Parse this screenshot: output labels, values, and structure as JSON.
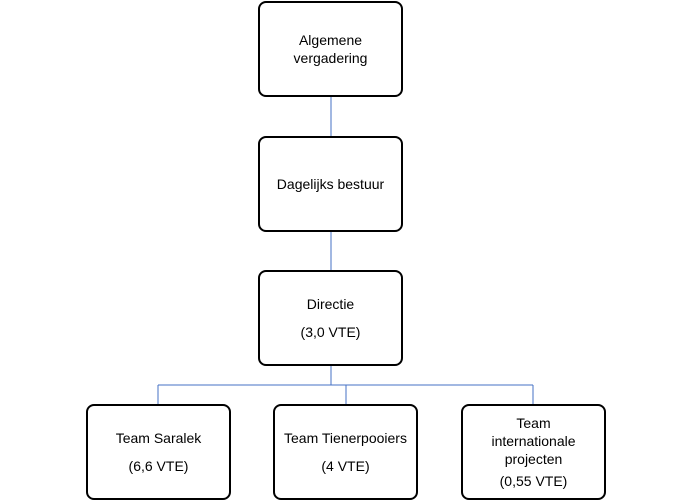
{
  "diagram": {
    "nodes": {
      "algemene_vergadering": {
        "line1": "Algemene",
        "line2": "vergadering"
      },
      "dagelijks_bestuur": {
        "line1": "Dagelijks bestuur"
      },
      "directie": {
        "name": "Directie",
        "fte": "(3,0 VTE)"
      },
      "team_saralek": {
        "name": "Team Saralek",
        "fte": "(6,6 VTE)"
      },
      "team_tienerpooiers": {
        "name": "Team Tienerpooiers",
        "fte": "(4 VTE)"
      },
      "team_internationale_projecten": {
        "line1": "Team",
        "line2": "internationale",
        "line3": "projecten",
        "fte": "(0,55 VTE)"
      }
    },
    "edges": [
      {
        "from": "algemene_vergadering",
        "to": "dagelijks_bestuur"
      },
      {
        "from": "dagelijks_bestuur",
        "to": "directie"
      },
      {
        "from": "directie",
        "to": "team_saralek"
      },
      {
        "from": "directie",
        "to": "team_tienerpooiers"
      },
      {
        "from": "directie",
        "to": "team_internationale_projecten"
      }
    ],
    "connector_color": "#4472C4",
    "box_border_color": "#000000"
  }
}
